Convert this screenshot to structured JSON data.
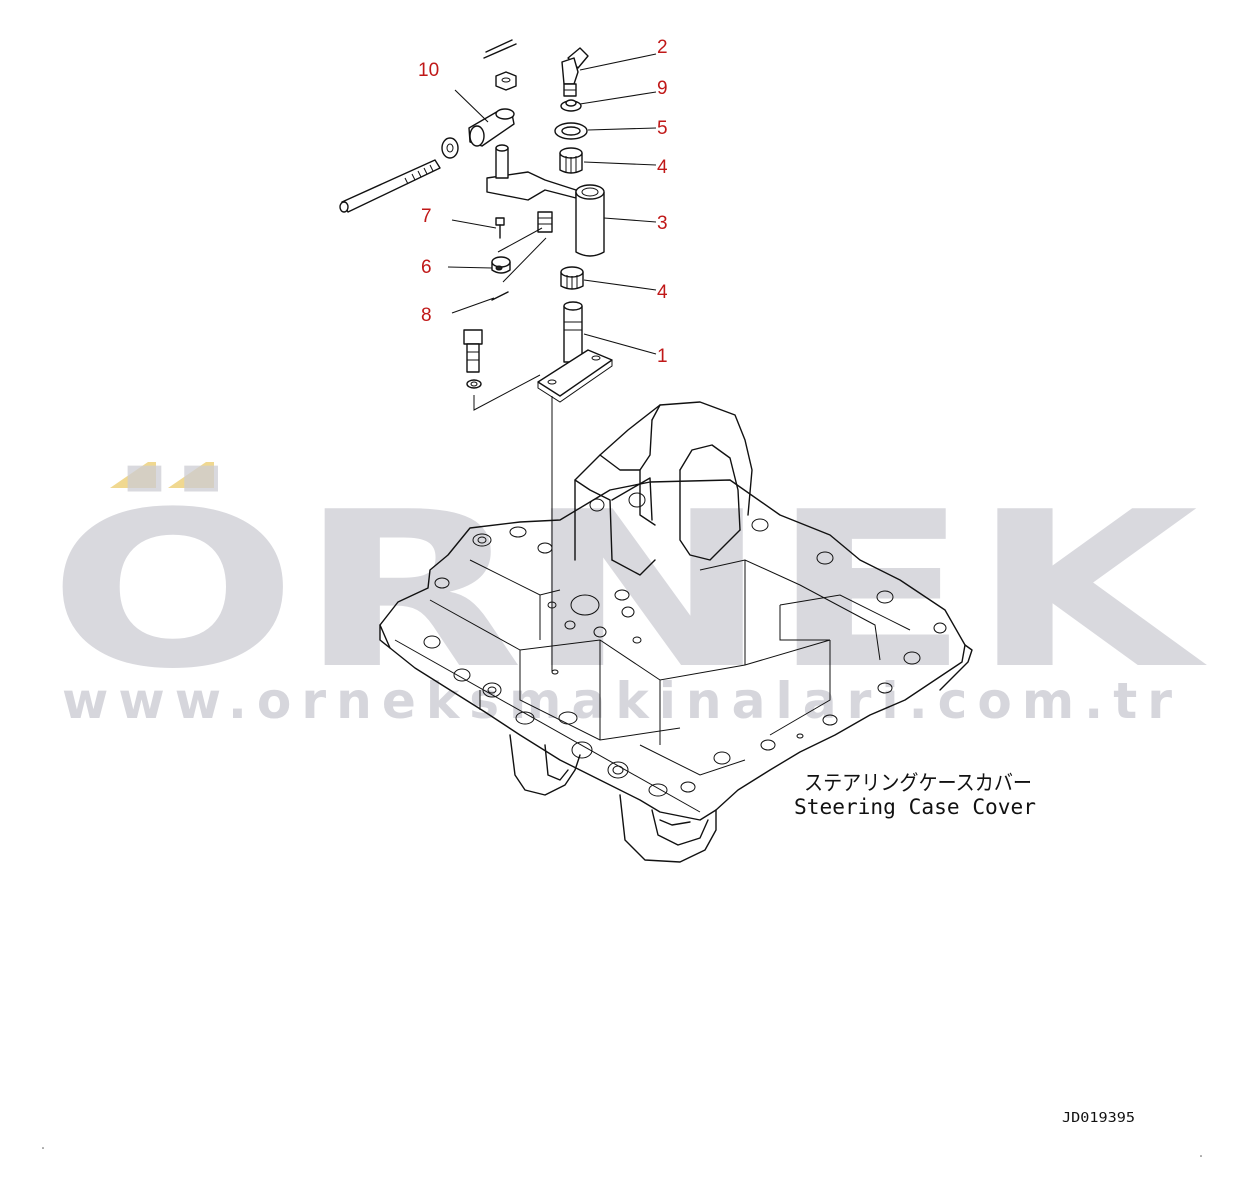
{
  "callouts": [
    {
      "id": "c1",
      "text": "1"
    },
    {
      "id": "c2",
      "text": "2"
    },
    {
      "id": "c3",
      "text": "3"
    },
    {
      "id": "c4a",
      "text": "4"
    },
    {
      "id": "c4b",
      "text": "4"
    },
    {
      "id": "c5",
      "text": "5"
    },
    {
      "id": "c6",
      "text": "6"
    },
    {
      "id": "c7",
      "text": "7"
    },
    {
      "id": "c8",
      "text": "8"
    },
    {
      "id": "c9",
      "text": "9"
    },
    {
      "id": "c10",
      "text": "10"
    }
  ],
  "caption": {
    "japanese": "ステアリングケースカバー",
    "english": "Steering Case Cover"
  },
  "drawing_number": "JD019395",
  "watermark": {
    "brand": "ÖRNEK",
    "url": "www.orneksmakinalari.com.tr"
  },
  "colors": {
    "callout": "#c01818",
    "line": "#111111",
    "watermark_text": "#cdcdd4",
    "watermark_accent": "#f0d890"
  }
}
